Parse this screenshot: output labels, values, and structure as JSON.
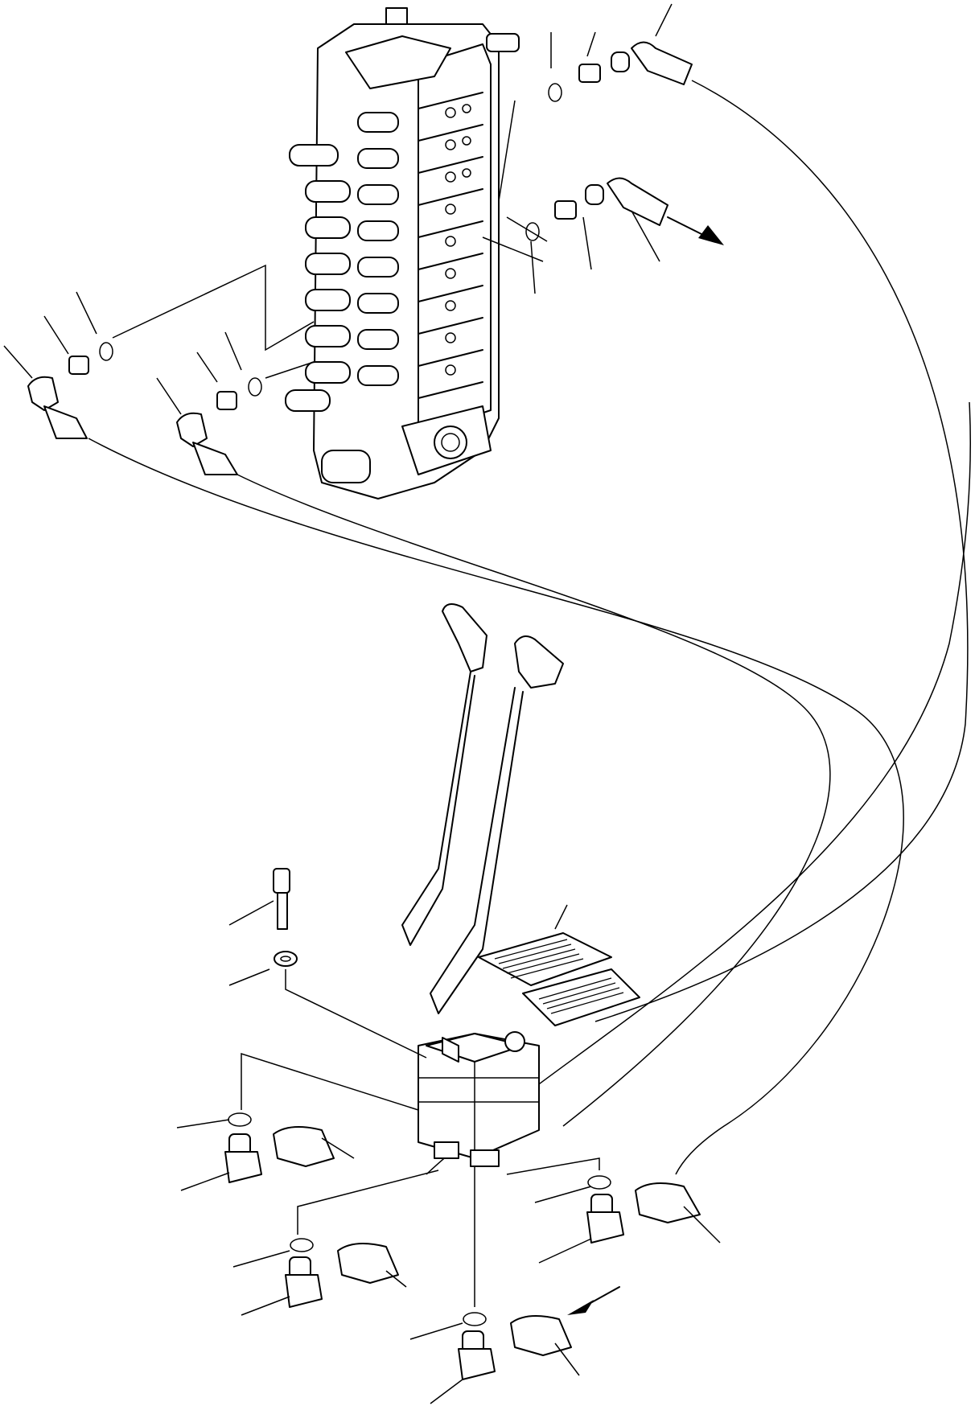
{
  "diagram": {
    "kind": "exploded-parts-drawing",
    "line_color": "#000000",
    "background_color": "#ffffff",
    "components": [
      "control-valve-stack",
      "travel-control-lever-left",
      "travel-control-lever-right",
      "travel-pedal-pair",
      "pilot-valve-body",
      "mounting-bolt",
      "washer",
      "elbow-fitting",
      "adapter-fitting",
      "o-ring",
      "pilot-hose"
    ],
    "arrows": [
      "flow-out-arrow",
      "flow-in-arrow"
    ]
  }
}
